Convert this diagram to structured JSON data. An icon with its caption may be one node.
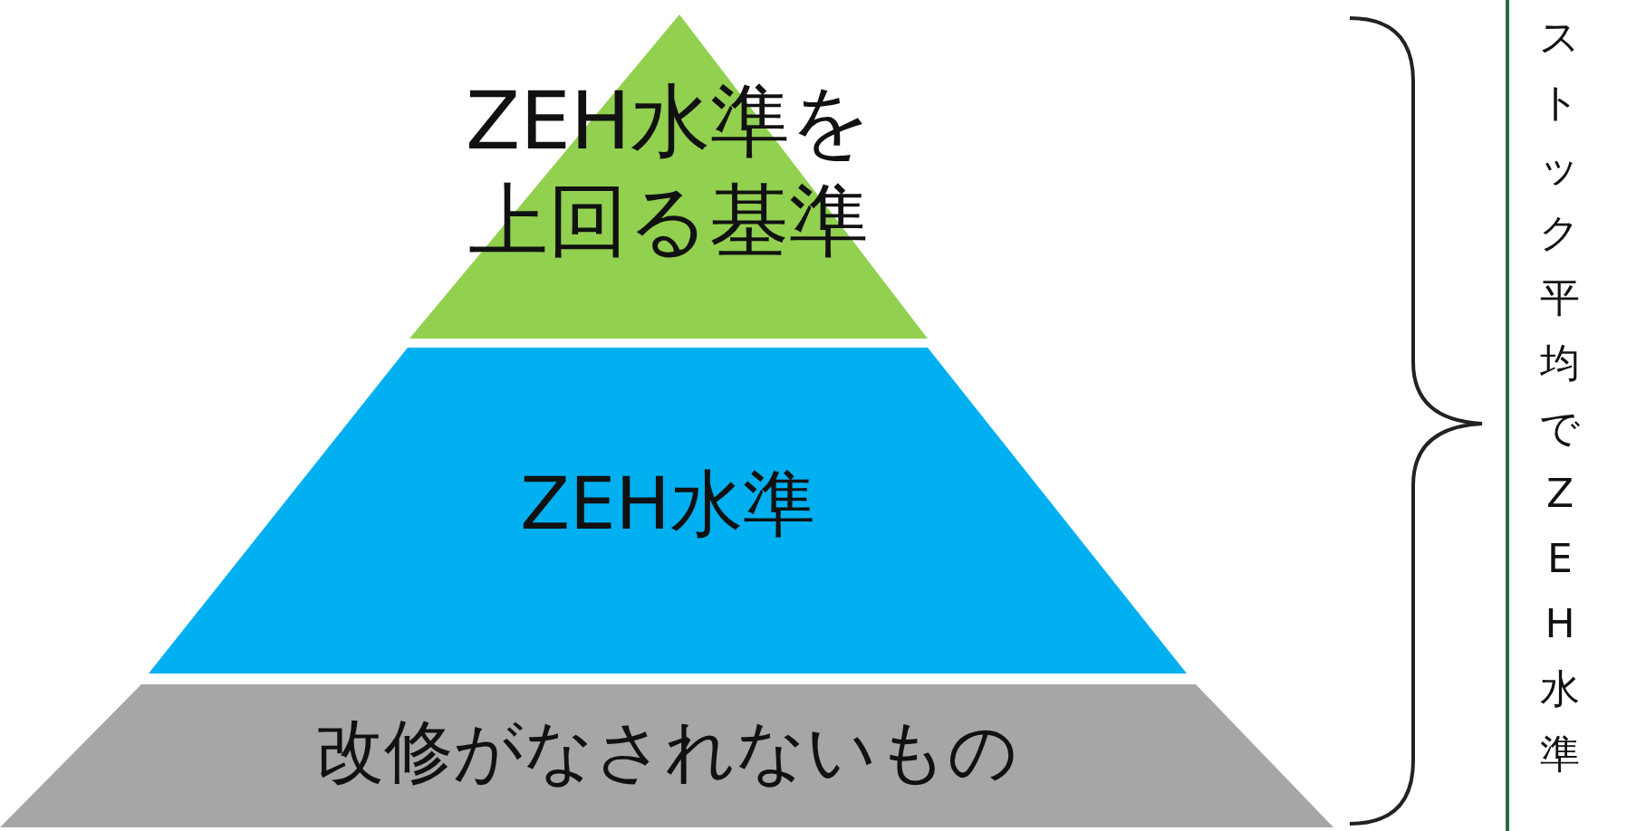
{
  "diagram": {
    "nodes": [
      {
        "text": [
          "ZEH水準を上回る基準"
        ]
      },
      {
        "text": [
          "ZEH水準"
        ]
      },
      {
        "text": [
          "改修がなされないもの"
        ]
      }
    ],
    "labels": [
      "ストック平均でZEH水準"
    ]
  }
}
